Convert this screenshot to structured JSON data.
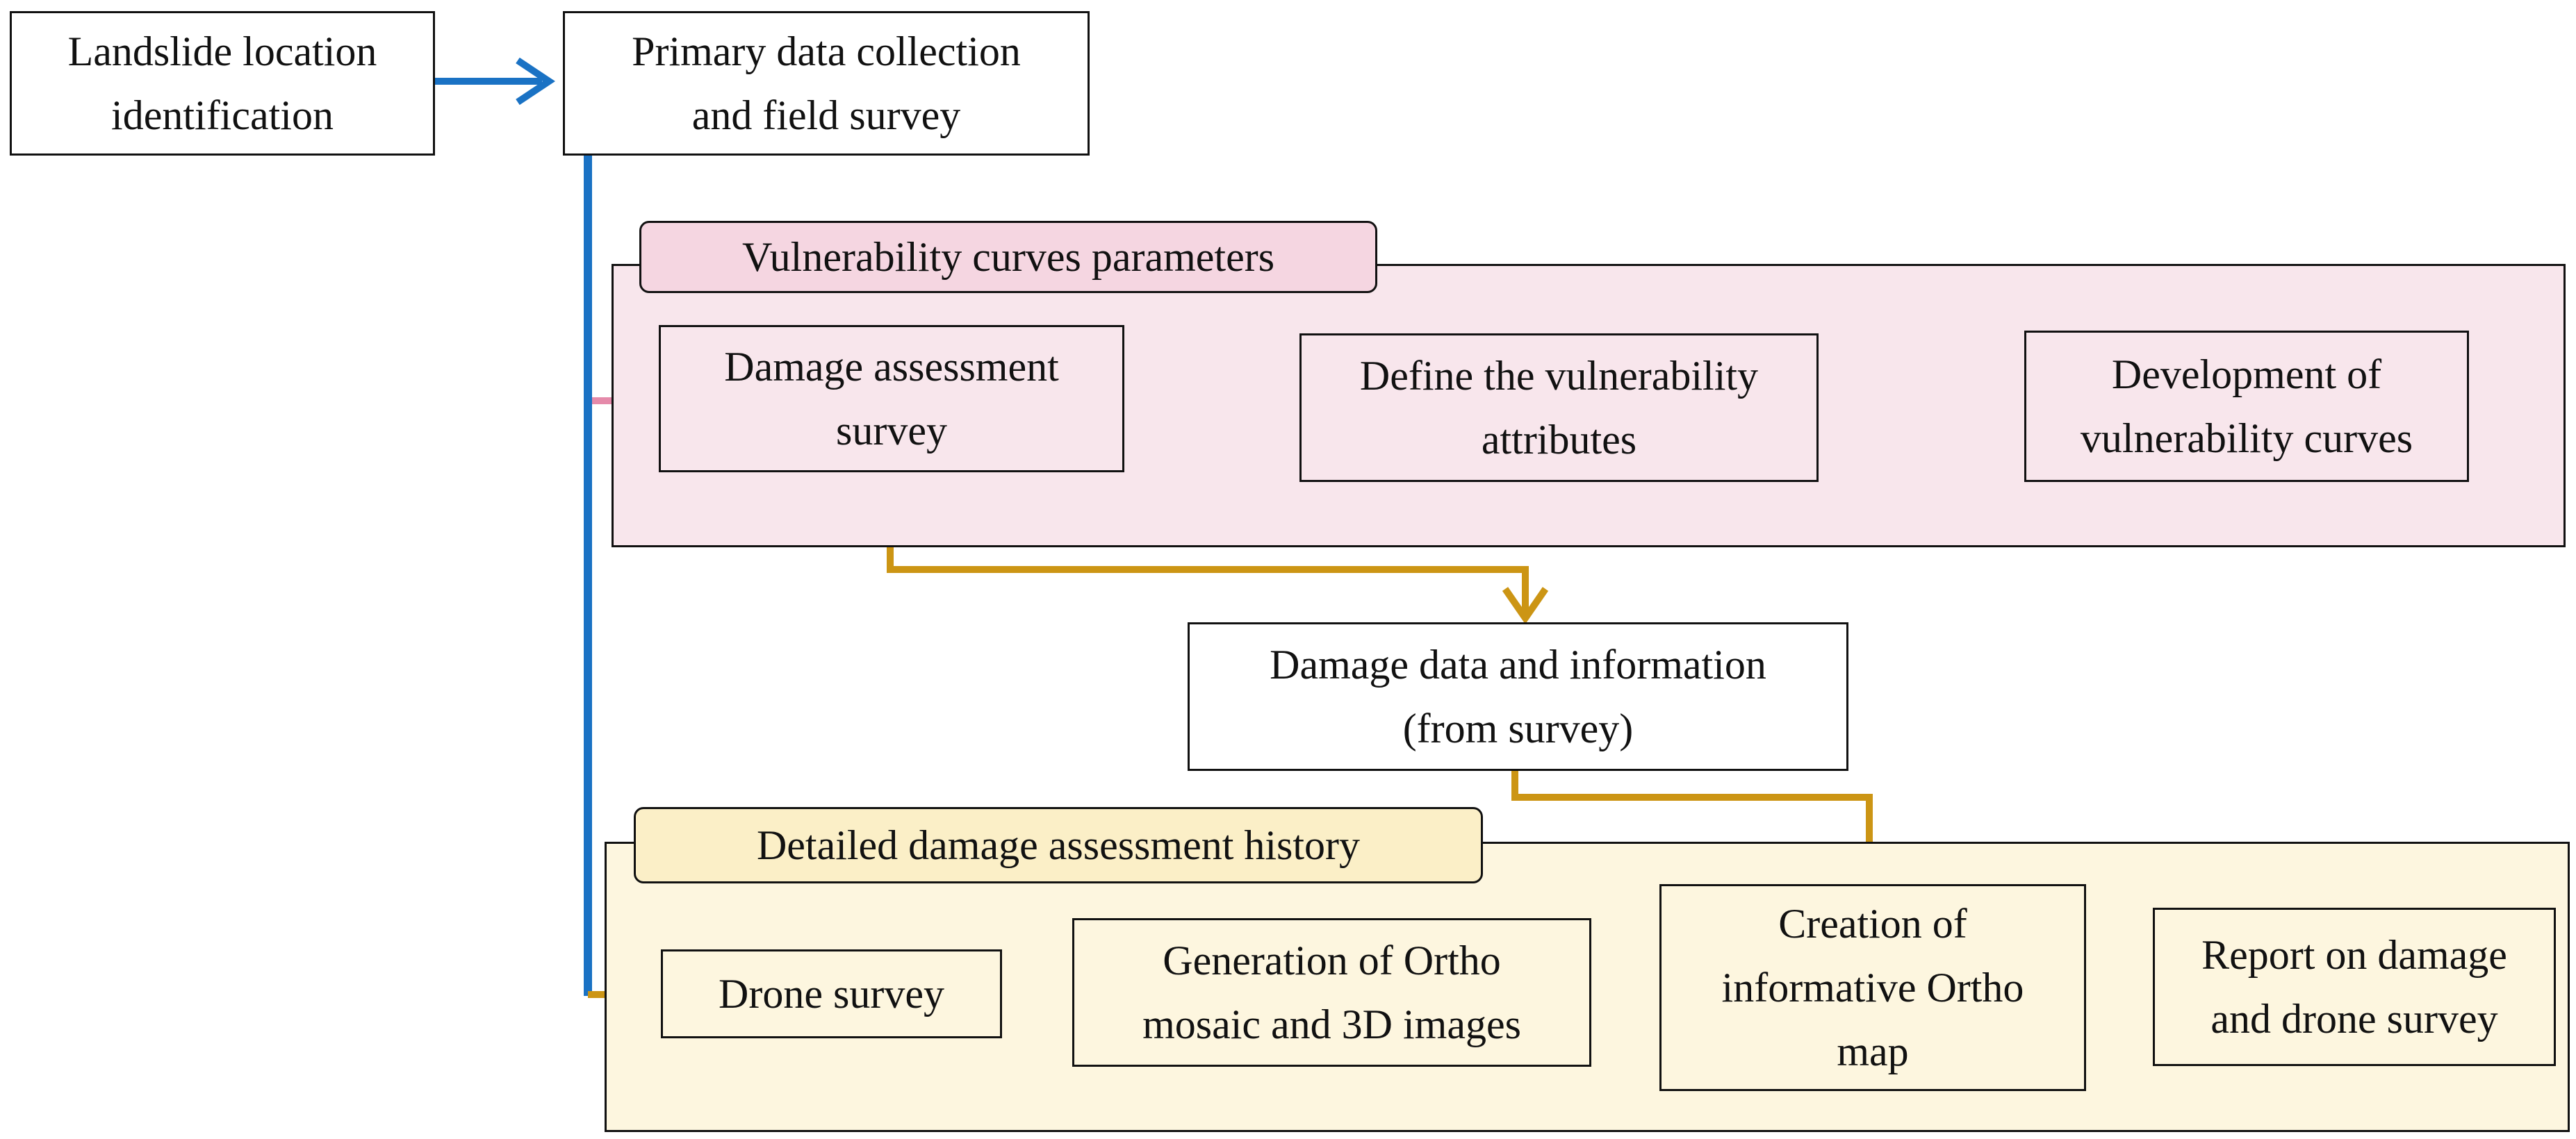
{
  "colors": {
    "blue_flow": "#1a72c4",
    "pink_flow": "#e58aaa",
    "gold_flow": "#cc9514"
  },
  "top": {
    "landslide": "Landslide location\nidentification",
    "primary": "Primary data collection\nand field survey"
  },
  "vulnerability": {
    "title": "Vulnerability curves parameters",
    "damage_survey": "Damage assessment\nsurvey",
    "define_attributes": "Define the vulnerability\nattributes",
    "development": "Development of\nvulnerability curves"
  },
  "middle": {
    "damage_data": "Damage data and information\n(from survey)"
  },
  "history": {
    "title": "Detailed damage assessment history",
    "drone": "Drone survey",
    "ortho_generation": "Generation of Ortho\nmosaic and 3D images",
    "ortho_map": "Creation of\ninformative Ortho\nmap",
    "report": "Report on damage\nand drone survey"
  }
}
